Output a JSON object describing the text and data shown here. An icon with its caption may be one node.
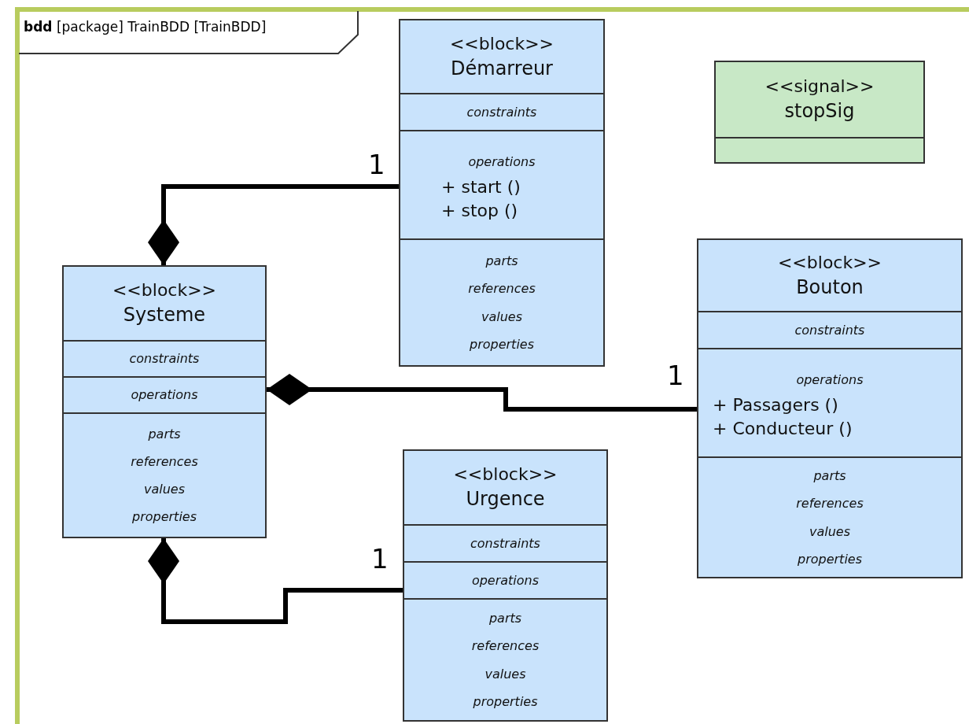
{
  "diagram": {
    "title": "**bdd** [package] TrainBDD [TrainBDD]",
    "nodes": [
      {
        "text": [
          "<<block>>",
          "Démarreur",
          "constraints",
          "operations",
          "+ start ()",
          "+ stop ()",
          "parts",
          "references",
          "values",
          "properties"
        ]
      },
      {
        "text": [
          "<<signal>>",
          "stopSig"
        ]
      },
      {
        "text": [
          "<<block>>",
          "Systeme",
          "constraints",
          "operations",
          "parts",
          "references",
          "values",
          "properties"
        ]
      },
      {
        "text": [
          "<<block>>",
          "Bouton",
          "constraints",
          "operations",
          "+ Passagers ()",
          "+ Conducteur ()",
          "parts",
          "references",
          "values",
          "properties"
        ]
      },
      {
        "text": [
          "<<block>>",
          "Urgence",
          "constraints",
          "operations",
          "parts",
          "references",
          "values",
          "properties"
        ]
      }
    ],
    "edges": [
      {
        "from": 2,
        "to": 0,
        "arrow": "other",
        "label": "1"
      },
      {
        "from": 2,
        "to": 3,
        "arrow": "other",
        "label": "1"
      },
      {
        "from": 2,
        "to": 4,
        "arrow": "other",
        "label": "1"
      }
    ]
  }
}
